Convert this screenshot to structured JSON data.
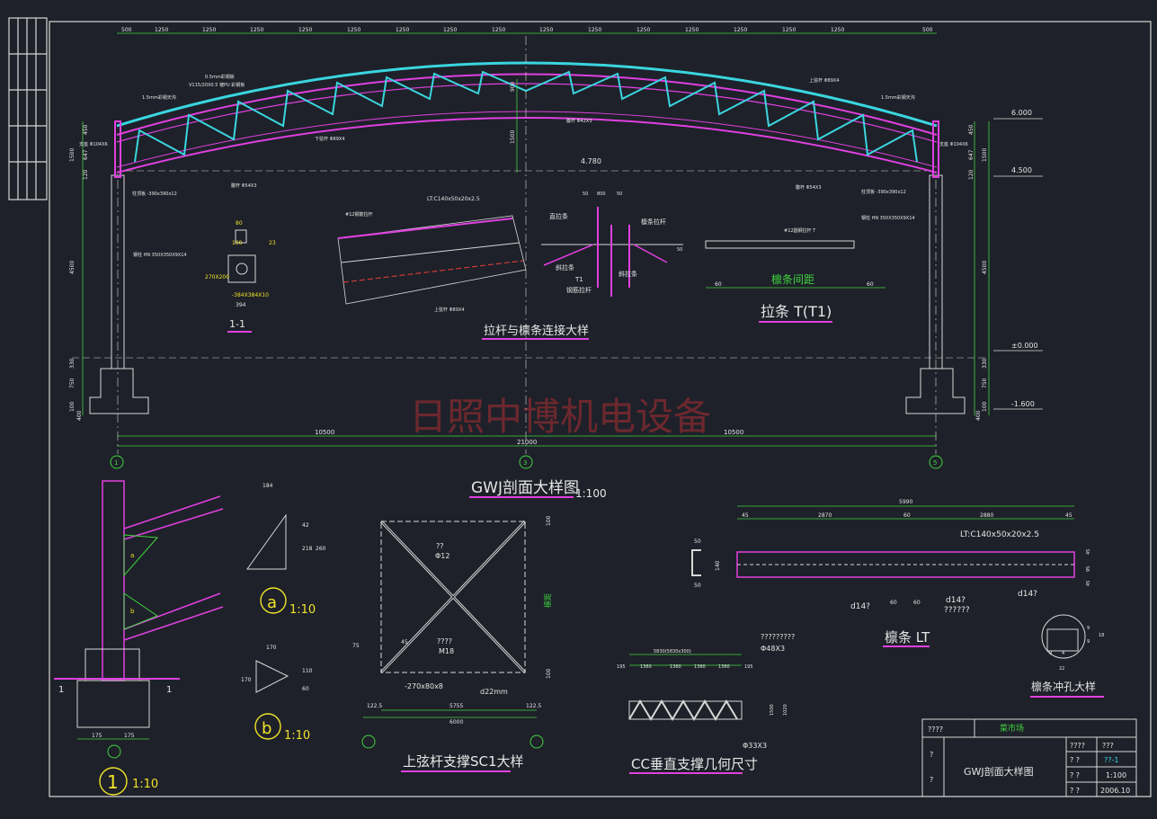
{
  "watermark": "日照中博机电设备",
  "main_section": {
    "title": "GWJ剖面大样图",
    "scale": "1:100",
    "top_dims": [
      "500",
      "1250",
      "1250",
      "1250",
      "1250",
      "1250",
      "1250",
      "1250",
      "1250",
      "1250",
      "1250",
      "1250",
      "1250",
      "1250",
      "1250",
      "1250",
      "500"
    ],
    "elevations": [
      "6.000",
      "4.500",
      "4.780",
      "±0.000",
      "-1.600"
    ],
    "left_dims": [
      "450",
      "1500",
      "647",
      "120",
      "4500",
      "330",
      "750",
      "100",
      "400"
    ],
    "right_dims": [
      "450",
      "1500",
      "647",
      "120",
      "4500",
      "330",
      "750",
      "100",
      "400"
    ],
    "bottom_dims": [
      "10500",
      "21000",
      "10500"
    ],
    "axes": [
      "1",
      "3",
      "5"
    ],
    "callouts": [
      "0.5mm彩钢板",
      "V115/20X0.5 镀PU 彩钢板",
      "1.5mm彩钢天沟",
      "1.5mm彩钢天沟",
      "上弦杆 Φ89X4",
      "下弦杆 Φ89X4",
      "腹杆 Φ42X3",
      "腹杆 Φ54X3",
      "腹杆 Φ54X3",
      "柱顶板 -390x390x12",
      "柱顶板 -390x390x12",
      "钢柱 HN 350X350X9X14",
      "钢柱 HN 350X350X9X14",
      "支座 Φ104X6",
      "支座 Φ104X6"
    ],
    "mid_dims": [
      "900",
      "1500"
    ]
  },
  "detail_1_1": {
    "label": "1-1",
    "texts": [
      "80",
      "100",
      "23",
      "270X200",
      "-384X384X10",
      "394"
    ]
  },
  "purlin_detail": {
    "title": "拉杆与檩条连接大样",
    "texts": [
      "LT:C140x50x20x2.5",
      "#12钢筋拉杆",
      "上弦杆 Φ89X4"
    ]
  },
  "tie_detail": {
    "labels": [
      "直拉条",
      "斜拉条",
      "钢筋拉杆",
      "斜拉条",
      "檩条拉杆",
      "T1"
    ],
    "dims": [
      "50",
      "800",
      "50",
      "50"
    ]
  },
  "tie_T": {
    "title": "拉条 T(T1)",
    "bar": "#12圆钢拉杆 T",
    "span": "檩条间距",
    "dims": [
      "60",
      "60"
    ]
  },
  "column_detail": {
    "scale_label": "1",
    "scale": "1:10",
    "section": "1",
    "dims": [
      "175",
      "175"
    ],
    "tags": [
      "a",
      "b"
    ]
  },
  "plate_a": {
    "label": "a",
    "scale": "1:10",
    "dims": [
      "184",
      "42",
      "218",
      "260"
    ]
  },
  "plate_b": {
    "label": "b",
    "scale": "1:10",
    "dims": [
      "170",
      "170",
      "110",
      "60"
    ]
  },
  "sc1": {
    "title": "上弦杆支撑SC1大样",
    "texts": [
      "??",
      "Φ12",
      "????",
      "M18",
      "-270x80x8",
      "d22mm",
      "檩距",
      "75",
      "45",
      "100",
      "100"
    ],
    "dims": [
      "122.5",
      "5755",
      "122.5",
      "6000"
    ]
  },
  "cc": {
    "title": "CC垂直支撑几何尺寸",
    "texts": [
      "5830(5830x300)",
      "1360",
      "1360",
      "1360",
      "1360",
      "195",
      "195",
      "?????????",
      "Φ48X3",
      "Φ33X3",
      "1500",
      "1020"
    ]
  },
  "purlin_lt": {
    "title": "檩条 LT",
    "spec": "LT:C140x50x20x2.5",
    "top": [
      "5990",
      "45",
      "2870",
      "60",
      "2880",
      "45"
    ],
    "holes": [
      "d14?",
      "d14?",
      "??????",
      "d14?"
    ],
    "dims": [
      "140",
      "50",
      "50",
      "60",
      "60",
      "45",
      "95",
      "45"
    ]
  },
  "punch": {
    "title": "檩条冲孔大样",
    "dims": [
      "9",
      "9",
      "18",
      "4",
      "9",
      "22"
    ]
  },
  "title_block": {
    "project": "菜市场",
    "drawing": "GWJ剖面大样图",
    "left1": "????",
    "left2": "?",
    "left3": "?",
    "c1": "????",
    "c2": "???",
    "r1": "? ?",
    "r2": "??-1",
    "r3": "? ?",
    "r4": "1:100",
    "r5": "? ?",
    "r6": "2006.10"
  }
}
